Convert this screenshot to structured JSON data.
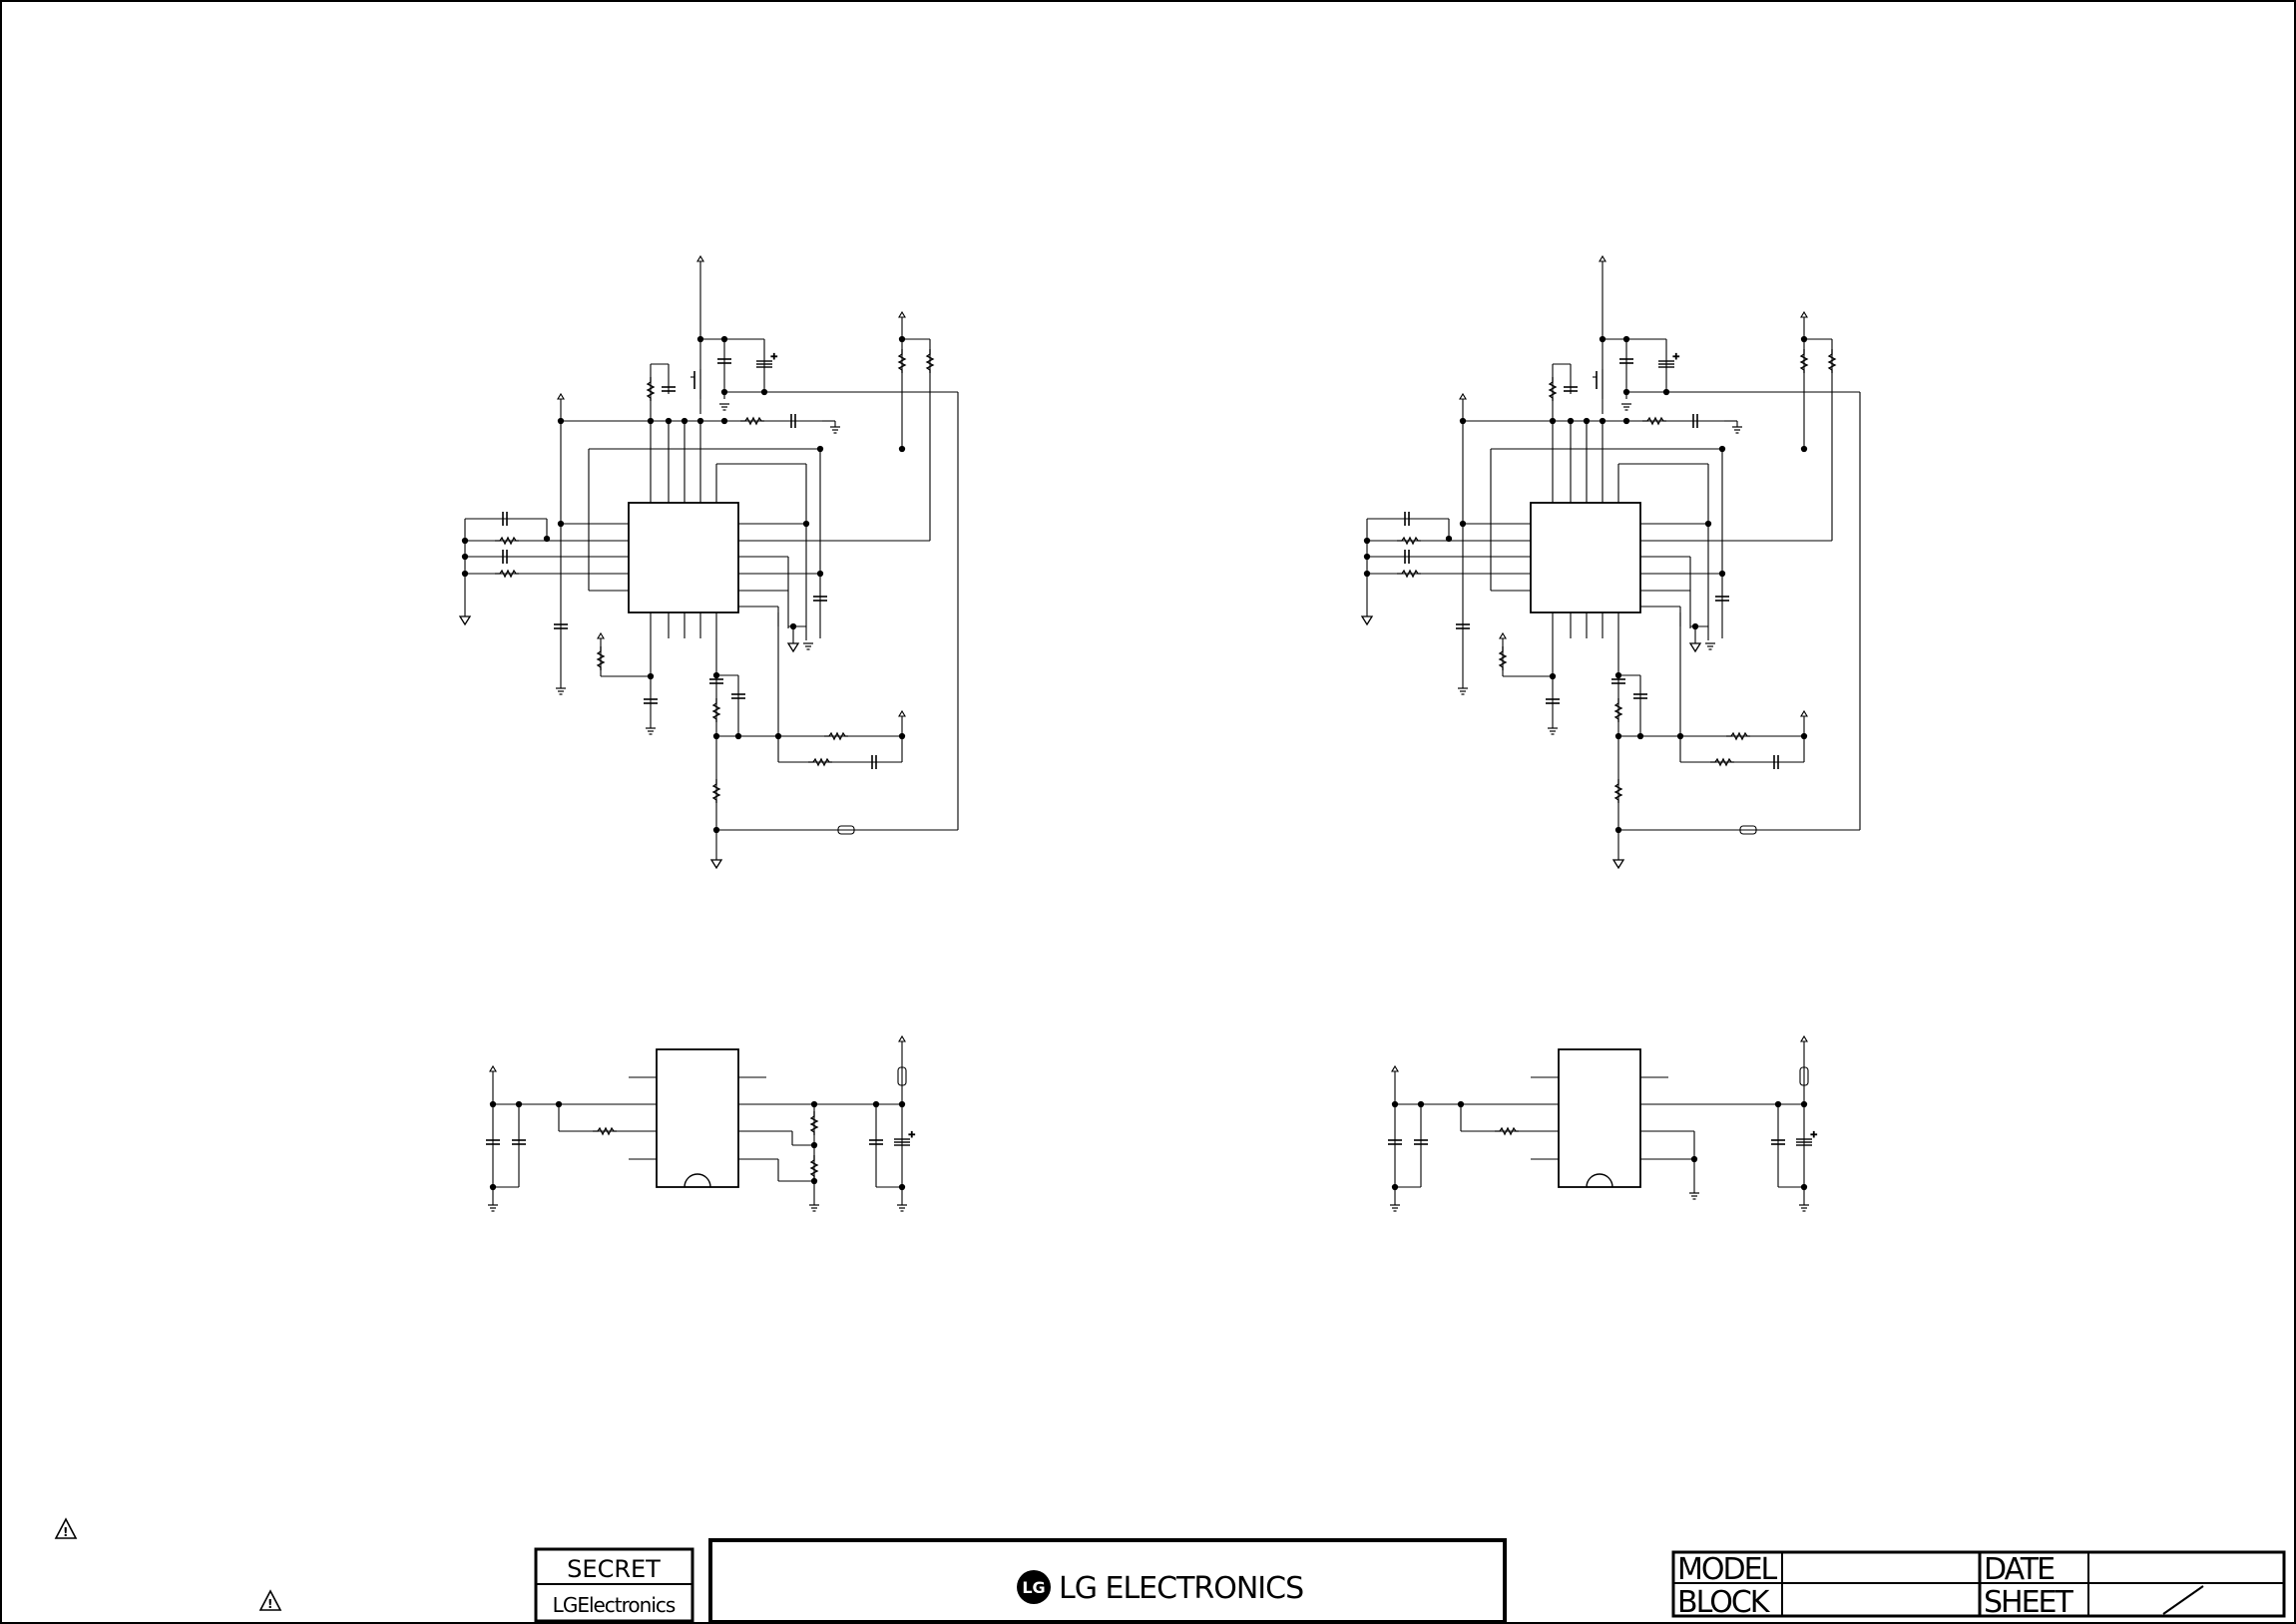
{
  "title_block": {
    "secret_label": "SECRET",
    "company_small": "LGElectronics",
    "company_logo_mark": "LG",
    "company_name": "LG ELECTRONICS",
    "model_label": "MODEL",
    "block_label": "BLOCK",
    "date_label": "DATE",
    "sheet_label": "SHEET",
    "model_value": "",
    "block_value": "",
    "date_value": "",
    "sheet_value": "/"
  },
  "warning_symbols": [
    "warning-triangle-icon",
    "warning-triangle-icon"
  ],
  "schematic": {
    "circuits": [
      {
        "name": "switching-regulator",
        "side": "left"
      },
      {
        "name": "switching-regulator",
        "side": "right"
      },
      {
        "name": "linear-regulator-8pin",
        "side": "left"
      },
      {
        "name": "linear-regulator-8pin",
        "side": "right"
      }
    ]
  },
  "colors": {
    "ink": "#000000",
    "paper": "#ffffff"
  }
}
